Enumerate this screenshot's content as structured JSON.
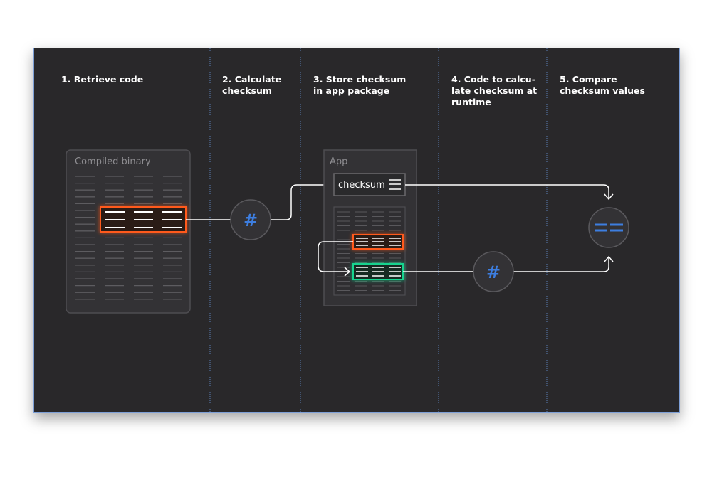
{
  "steps": [
    {
      "title": "1. Retrieve code"
    },
    {
      "title": "2. Calculate\nchecksum"
    },
    {
      "title": "3. Store checksum\nin app package"
    },
    {
      "title": "4. Code to calcu-\nlate checksum at\nruntime"
    },
    {
      "title": "5. Compare\nchecksum values"
    }
  ],
  "binary": {
    "label": "Compiled binary"
  },
  "app": {
    "label": "App",
    "checksum_label": "checksum"
  },
  "hash_symbol": "#",
  "compare_symbol": "==",
  "colors": {
    "background": "#29282a",
    "divider": "#5c7fb8",
    "hash_blue": "#3d7ee0",
    "highlight_orange": "#ff5a1f",
    "highlight_green": "#19d48f",
    "line": "#ffffff"
  }
}
